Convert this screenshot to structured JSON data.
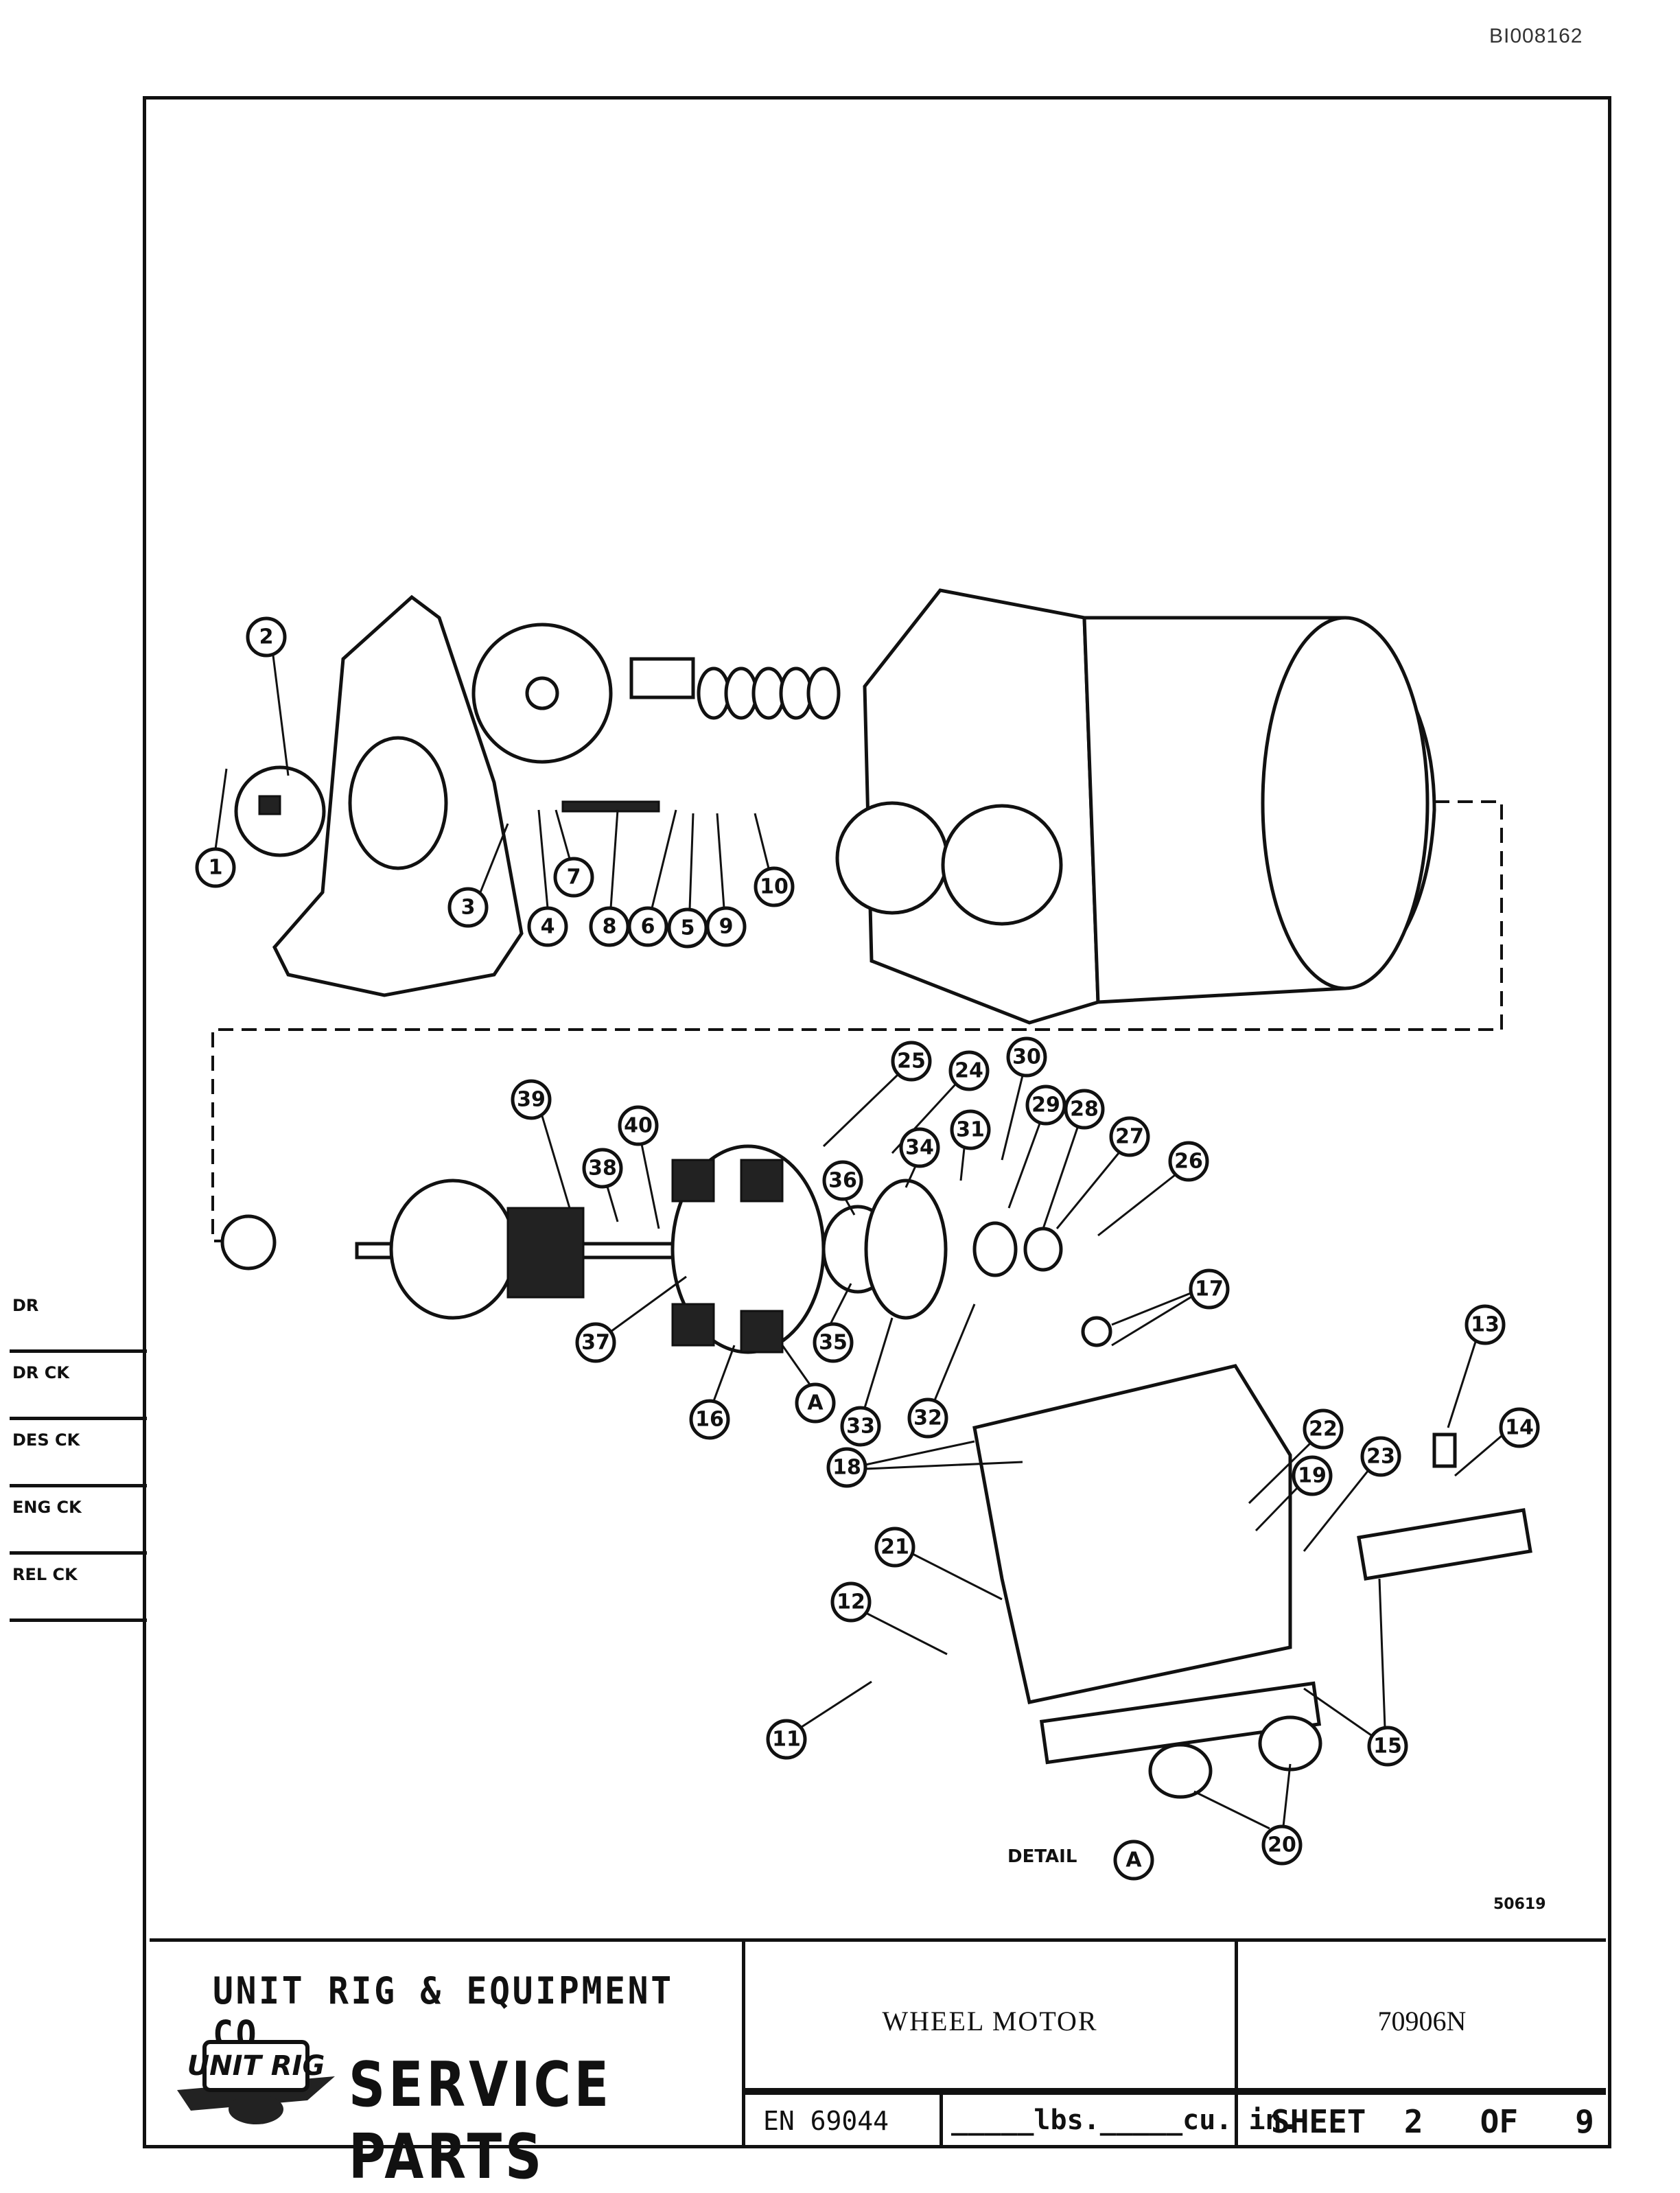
{
  "header": {
    "document_id": "BI008162"
  },
  "revision_checks": [
    "DR",
    "DR CK",
    "DES CK",
    "ENG CK",
    "REL CK"
  ],
  "drawing": {
    "detail_label": "DETAIL",
    "detail_ref": "A",
    "drawing_number": "50619",
    "callouts": [
      "1",
      "2",
      "3",
      "4",
      "7",
      "8",
      "6",
      "5",
      "9",
      "10",
      "39",
      "40",
      "38",
      "37",
      "25",
      "24",
      "30",
      "31",
      "29",
      "28",
      "27",
      "26",
      "34",
      "36",
      "35",
      "33",
      "32",
      "16",
      "A",
      "17",
      "13",
      "14",
      "22",
      "23",
      "19",
      "18",
      "21",
      "12",
      "11",
      "15",
      "20"
    ]
  },
  "title_block": {
    "company": "UNIT RIG & EQUIPMENT CO.",
    "logo_text": "UNIT RIG",
    "service_parts": "SERVICE PARTS",
    "description": "WHEEL MOTOR",
    "part_number": "70906N",
    "en_number": "EN 69044",
    "weight_field": "_____lbs._____cu. in.",
    "sheet_field": "SHEET  2   OF   9"
  }
}
